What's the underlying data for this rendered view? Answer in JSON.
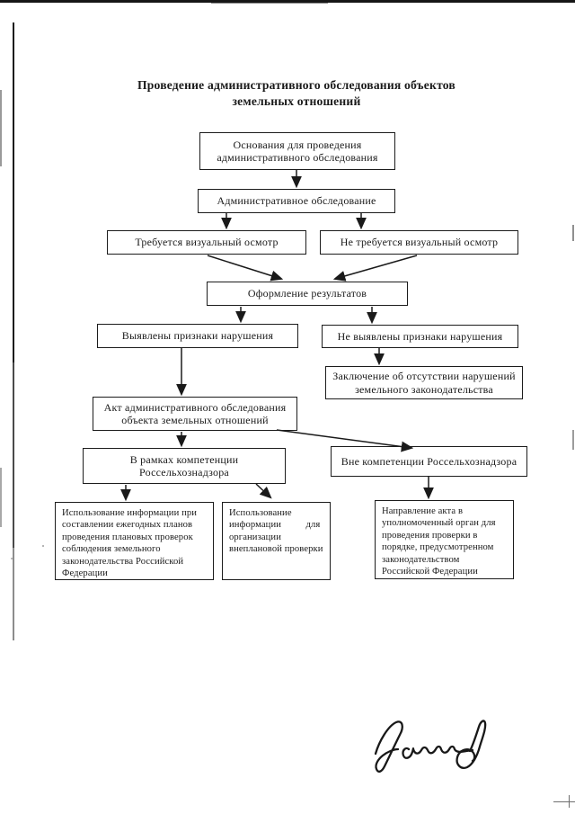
{
  "document": {
    "title": "Проведение административного обследования объектов\nземельных отношений"
  },
  "nodes": {
    "n1": {
      "text": "Основания для проведения\nадминистративного обследования"
    },
    "n2": {
      "text": "Административное обследование"
    },
    "n3": {
      "text": "Требуется визуальный осмотр"
    },
    "n4": {
      "text": "Не требуется визуальный осмотр"
    },
    "n5": {
      "text": "Оформление результатов"
    },
    "n6": {
      "text": "Выявлены признаки нарушения"
    },
    "n7": {
      "text": "Не выявлены признаки нарушения"
    },
    "n8": {
      "text": "Заключение об отсутствии нарушений\nземельного законодательства"
    },
    "n9": {
      "text": "Акт административного обследования\nобъекта земельных отношений"
    },
    "n10": {
      "text": "В рамках компетенции\nРоссельхознадзора"
    },
    "n11": {
      "text": "Вне компетенции Россельхознадзора"
    },
    "n12": {
      "text": "Использование информации при\nсоставлении ежегодных планов\nпроведения плановых проверок\nсоблюдения земельного\nзаконодательства Российской\nФедерации"
    },
    "n13": {
      "text": "Использование\nинформации          для\nорганизации\nвнеплановой проверки"
    },
    "n14": {
      "text": "Направление акта в\nуполномоченный орган для\nпроведения проверки в\nпорядке, предусмотренном\nзаконодательством\nРоссийской Федерации"
    }
  },
  "colors": {
    "ink": "#1a1a1a",
    "paper": "#ffffff"
  }
}
